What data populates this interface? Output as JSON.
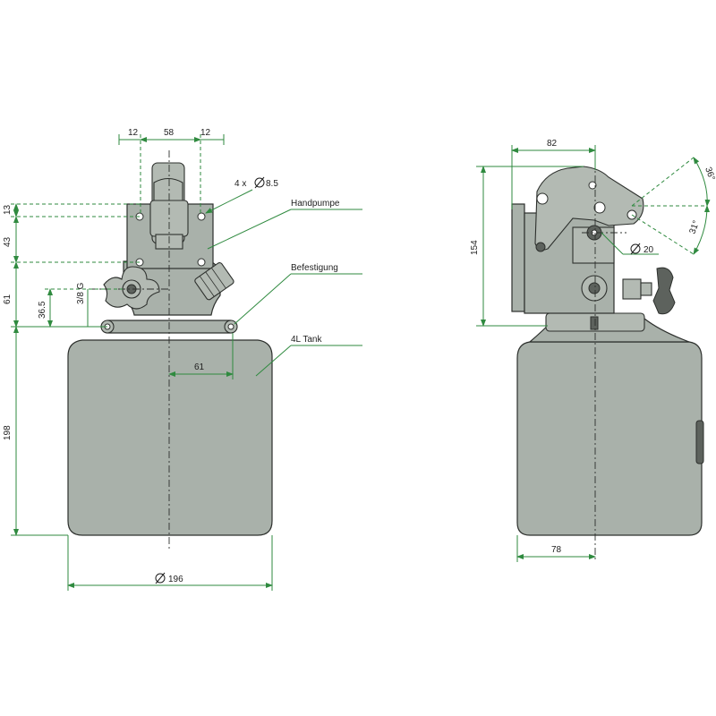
{
  "dimensions": {
    "top_12_left": "12",
    "top_58": "58",
    "top_12_right": "12",
    "hole_spec": "4 x",
    "hole_diameter": "8.5",
    "v_13": "13",
    "v_43": "43",
    "v_61": "61",
    "thread": "3/8 G",
    "v_36_5": "36.5",
    "h_61": "61",
    "v_198": "198",
    "diameter_196": "196",
    "side_82": "82",
    "side_154": "154",
    "angle_36": "36°",
    "angle_31": "31°",
    "diameter_20": "20",
    "side_78": "78"
  },
  "labels": {
    "handpumpe": "Handpumpe",
    "befestigung": "Befestigung",
    "tank": "4L Tank"
  },
  "colors": {
    "body": "#a9b1aa",
    "dimension": "#2f8a3f",
    "outline": "#2d302d"
  }
}
